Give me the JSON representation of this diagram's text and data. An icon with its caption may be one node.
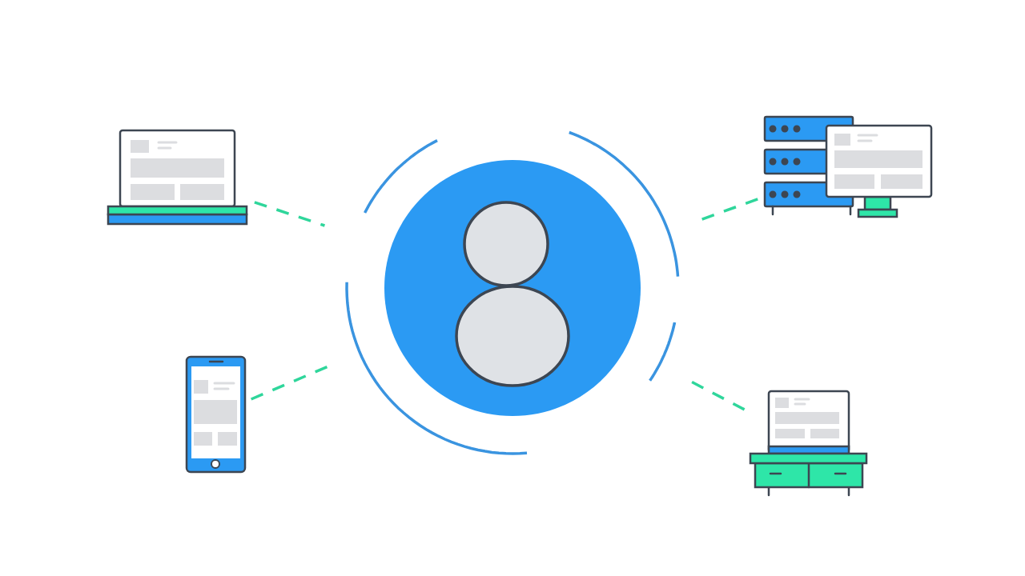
{
  "diagram": {
    "nodes": [
      {
        "text": [],
        "shape": "person"
      },
      {
        "text": [],
        "shape": "picture"
      },
      {
        "text": [],
        "shape": "picture"
      },
      {
        "text": [],
        "shape": "picture"
      },
      {
        "text": [],
        "shape": "picture"
      }
    ],
    "edges": [
      {
        "from": 1,
        "to": 0,
        "arrow": "none",
        "style": "dashed"
      },
      {
        "from": 2,
        "to": 0,
        "arrow": "none",
        "style": "dashed"
      },
      {
        "from": 3,
        "to": 0,
        "arrow": "none",
        "style": "dashed"
      },
      {
        "from": 4,
        "to": 0,
        "arrow": "none",
        "style": "dashed"
      }
    ]
  }
}
